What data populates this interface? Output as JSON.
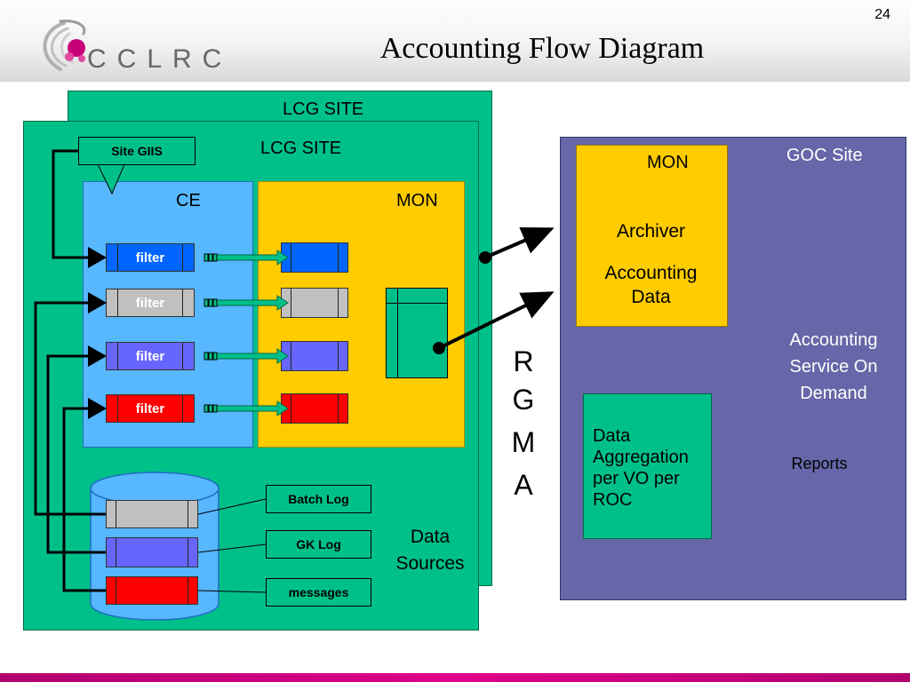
{
  "slide": {
    "title": "Accounting Flow Diagram",
    "page_number": "24",
    "logo_text": "CCLRC"
  },
  "lcg": {
    "back_label": "LCG SITE",
    "front_label": "LCG SITE",
    "ce_label": "CE",
    "mon_label": "MON",
    "data_sources_label_line1": "Data",
    "data_sources_label_line2": "Sources",
    "site_giis_label": "Site GIIS",
    "filters": [
      {
        "label": "filter",
        "color": "#0066ff",
        "text_color": "#ffffff"
      },
      {
        "label": "filter",
        "color": "#c0c0c0",
        "text_color": "#ffffff"
      },
      {
        "label": "filter",
        "color": "#6666ff",
        "text_color": "#ffffff"
      },
      {
        "label": "filter",
        "color": "#ff0000",
        "text_color": "#ffffff"
      }
    ],
    "logs": [
      {
        "label": "Batch Log",
        "color": "#c0c0c0"
      },
      {
        "label": "GK Log",
        "color": "#6666ff"
      },
      {
        "label": "messages",
        "color": "#ff0000"
      }
    ]
  },
  "rgma_letters": [
    "R",
    "G",
    "M",
    "A"
  ],
  "goc": {
    "site_label": "GOC Site",
    "mon_label": "MON",
    "archiver_label": "Archiver",
    "accounting_data_line1": "Accounting",
    "accounting_data_line2": "Data",
    "service_line1": "Accounting",
    "service_line2": "Service On",
    "service_line3": "Demand",
    "data_agg_line1": "Data",
    "data_agg_line2": "Aggregation",
    "data_agg_line3": "per VO per",
    "data_agg_line4": "ROC",
    "reports_label": "Reports"
  },
  "colors": {
    "lcg_green": "#00c08a",
    "ce_blue": "#57b7ff",
    "mon_yellow": "#ffcc00",
    "goc_purple": "#6666a8",
    "footer_magenta": "#e0008c"
  }
}
